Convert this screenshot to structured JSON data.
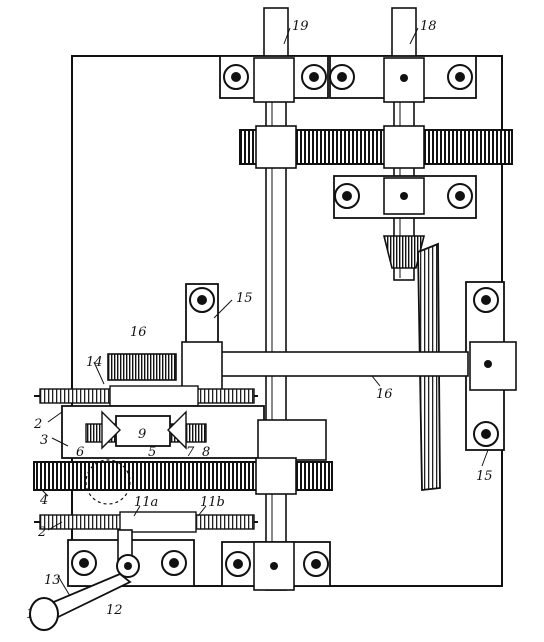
{
  "diagram": {
    "labels": {
      "l1": "1",
      "l2a": "2",
      "l2b": "2",
      "l3": "3",
      "l4": "4",
      "l5": "5",
      "l6": "6",
      "l7": "7",
      "l8": "8",
      "l9": "9",
      "l11a": "11a",
      "l11b": "11b",
      "l12": "12",
      "l13": "13",
      "l14": "14",
      "l15a": "15",
      "l15b": "15",
      "l16a": "16",
      "l16b": "16",
      "l18": "18",
      "l19": "19"
    }
  }
}
